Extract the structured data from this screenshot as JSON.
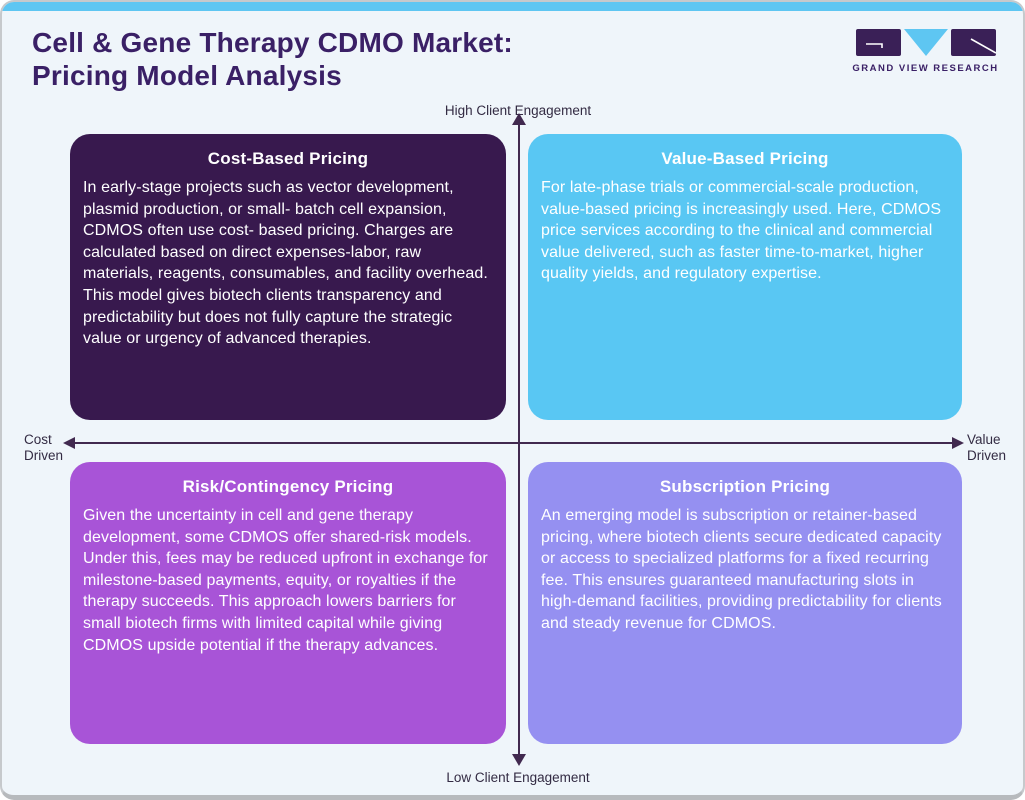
{
  "card": {
    "accent_color": "#5ec6f2",
    "background": "#eff5fa"
  },
  "header": {
    "title_line1": "Cell & Gene Therapy CDMO Market:",
    "title_line2": "Pricing Model Analysis",
    "title_color": "#3a2066"
  },
  "logo": {
    "name": "GRAND VIEW RESEARCH",
    "brand_dark": "#3a2057",
    "brand_blue": "#5ec6f2"
  },
  "axes": {
    "top_label": "High Client Engagement",
    "bottom_label": "Low Client Engagement",
    "left_label_line1": "Cost",
    "left_label_line2": "Driven",
    "right_label_line1": "Value",
    "right_label_line2": "Driven",
    "line_color": "#41294f"
  },
  "quadrants": {
    "top_left": {
      "title": "Cost-Based Pricing",
      "body": "In early-stage projects such as vector development, plasmid production, or small- batch cell expansion, CDMOS often use cost- based pricing. Charges are calculated based on direct expenses-labor, raw materials, reagents, consumables, and facility overhead. This model gives biotech clients transparency and predictability but does not fully capture the strategic value or urgency of advanced therapies.",
      "bg": "#38194e"
    },
    "top_right": {
      "title": "Value-Based Pricing",
      "body": "For late-phase trials or commercial-scale production, value-based pricing is increasingly used. Here, CDMOS price services according to the clinical and commercial value delivered, such as faster time-to-market, higher quality yields, and regulatory expertise.",
      "bg": "#59c7f3"
    },
    "bottom_left": {
      "title": "Risk/Contingency Pricing",
      "body": "Given the uncertainty in cell and gene therapy development, some CDMOS offer shared-risk models. Under this, fees may be reduced upfront in exchange for milestone-based payments, equity, or royalties if the therapy succeeds. This approach lowers barriers for small biotech firms with limited capital while giving CDMOS upside potential if the therapy advances.",
      "bg": "#a854d7"
    },
    "bottom_right": {
      "title": "Subscription Pricing",
      "body": "An emerging model is subscription or retainer-based pricing, where biotech clients secure dedicated capacity or access to specialized platforms for a fixed recurring fee. This ensures guaranteed manufacturing slots in high-demand facilities, providing predictability for clients and steady revenue for CDMOS.",
      "bg": "#9590f1"
    }
  }
}
